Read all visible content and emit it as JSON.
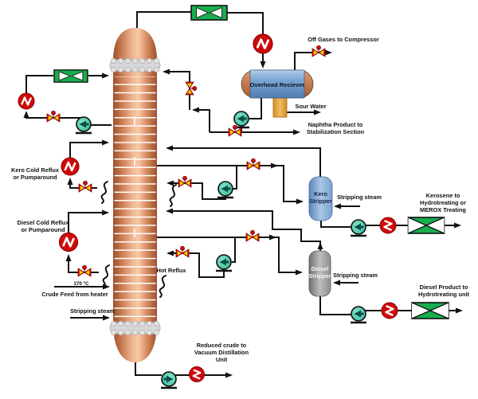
{
  "labels": {
    "off_gases": [
      "Off Gases to Compressor"
    ],
    "overhead_receiver": [
      "Overhead Reciever"
    ],
    "sour_water": [
      "Sour Water"
    ],
    "naphtha": [
      "Naphtha Product to",
      "Stabilization Section"
    ],
    "kero_cold_reflux": [
      "Kero Cold Reflux",
      "or Pumparound"
    ],
    "diesel_cold_reflux": [
      "Diesel Cold Reflux",
      "or Pumparound"
    ],
    "temp": [
      "370 °C"
    ],
    "crude_feed": [
      "Crude Feed from heater"
    ],
    "stripping_steam_bottom": [
      "Stripping steam"
    ],
    "hot_reflux": [
      "Hot Reflux"
    ],
    "kero_stripper": [
      "Kero",
      "Stripper"
    ],
    "diesel_stripper": [
      "Diesel",
      "Stripper"
    ],
    "stripping_steam_kero": [
      "Stripping steam"
    ],
    "stripping_steam_diesel": [
      "Stripping steam"
    ],
    "kerosene_product": [
      "Kerosene to",
      "Hydrotreating or",
      "MEROX Treating"
    ],
    "diesel_product": [
      "Diesel Product to",
      "Hydrotreating unit"
    ],
    "reduced_crude": [
      "Reduced crude to",
      "Vacuum Distillation",
      "Unit"
    ]
  },
  "colors": {
    "exchanger_green": "#18ae4e",
    "heat_exchanger_red": "#cf0a0a",
    "valve_red": "#cc1111",
    "valve_yellow": "#ffd400",
    "pump_teal": "#2bb393",
    "column_copper": "#e9a87e",
    "receiver_blue": "#7ba7d4",
    "kero_stripper_blue": "#8fb0d8",
    "diesel_stripper_gray": "#9a9a9a",
    "sour_water_boot_orange": "#eaa93f",
    "line_black": "#111111"
  }
}
